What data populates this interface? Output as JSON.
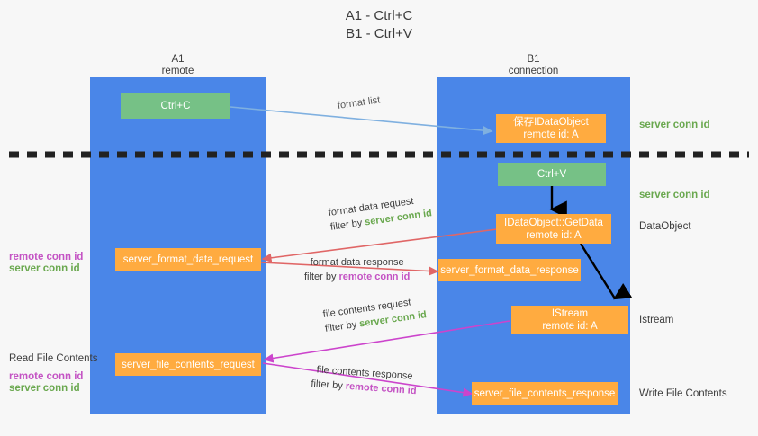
{
  "title": {
    "line1": "A1 - Ctrl+C",
    "line2": "B1 - Ctrl+V"
  },
  "columns": {
    "left": {
      "name": "A1",
      "role": "remote"
    },
    "right": {
      "name": "B1",
      "role": "connection"
    }
  },
  "boxes": {
    "ctrl_c": {
      "label": "Ctrl+C",
      "color": "#76c186"
    },
    "save_idataobject": {
      "line1": "保存IDataObject",
      "line2": "remote id: A",
      "color": "#ffab40"
    },
    "ctrl_v": {
      "label": "Ctrl+V",
      "color": "#76c186"
    },
    "getdata": {
      "line1": "IDataObject::GetData",
      "line2": "remote id: A",
      "color": "#ffab40"
    },
    "server_format_data_request": {
      "label": "server_format_data_request",
      "color": "#ffab40"
    },
    "server_format_data_response": {
      "label": "server_format_data_response",
      "color": "#ffab40"
    },
    "istream": {
      "line1": "IStream",
      "line2": "remote id: A",
      "color": "#ffab40"
    },
    "server_file_contents_request": {
      "label": "server_file_contents_request",
      "color": "#ffab40"
    },
    "server_file_contents_response": {
      "label": "server_file_contents_response",
      "color": "#ffab40"
    }
  },
  "annotations": {
    "format_list": "format list",
    "format_data_request": {
      "line1": "format data request",
      "filter_prefix": "filter by ",
      "filter_value": "server conn id",
      "filter_color": "#6aa84f"
    },
    "format_data_response": {
      "line1": "format data response",
      "filter_prefix": "filter by ",
      "filter_value": "remote conn id",
      "filter_color": "#c453c4"
    },
    "file_contents_request": {
      "line1": "file contents request",
      "filter_prefix": "filter by ",
      "filter_value": "server conn id",
      "filter_color": "#6aa84f"
    },
    "file_contents_response": {
      "line1": "file contents response",
      "filter_prefix": "filter by ",
      "filter_value": "remote conn id",
      "filter_color": "#c453c4"
    }
  },
  "right_labels": {
    "server_conn_id_top": "server conn id",
    "server_conn_id_mid": "server conn id",
    "dataobject": "DataObject",
    "istream": "Istream",
    "write_file_contents": "Write File Contents"
  },
  "left_labels": {
    "remote_conn_id_1": "remote conn id",
    "server_conn_id_1": "server conn id",
    "read_file_contents": "Read File Contents",
    "remote_conn_id_2": "remote conn id",
    "server_conn_id_2": "server conn id"
  },
  "colors": {
    "lane": "#4a86e8",
    "green_box": "#76c186",
    "orange_box": "#ffab40",
    "green_text": "#6aa84f",
    "magenta_text": "#c453c4",
    "divider": "#222222",
    "arrow_blue": "#7fb0e0",
    "arrow_red": "#e06666",
    "arrow_magenta": "#cc44cc",
    "arrow_black": "#000000",
    "background": "#f7f7f7"
  }
}
